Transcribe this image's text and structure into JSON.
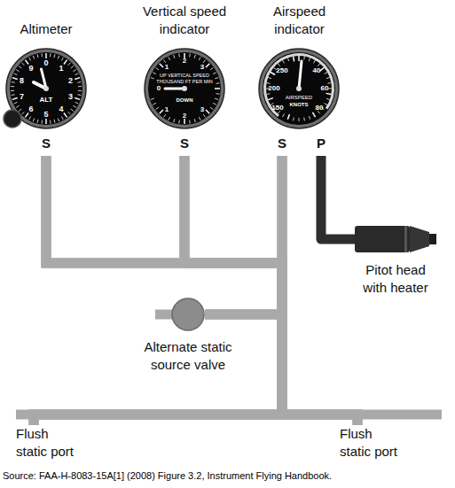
{
  "diagram": {
    "caption": "Source: FAA-H-8083-15A[1] (2008) Figure 3.2, Instrument Flying Handbook.",
    "nodes": [
      {
        "text": [
          "Altimeter",
          "S"
        ]
      },
      {
        "text": [
          "Vertical speed indicator",
          "S"
        ]
      },
      {
        "text": [
          "Airspeed indicator",
          "S",
          "P"
        ]
      },
      {
        "text": [
          "Pitot head with heater"
        ]
      },
      {
        "text": [
          "Alternate static source valve"
        ]
      },
      {
        "text": [
          "Flush static port"
        ]
      },
      {
        "text": [
          "Flush static port"
        ]
      }
    ],
    "edges": [
      {
        "from": 3,
        "to": 2,
        "arrow": "none"
      },
      {
        "from": 5,
        "to": 0,
        "arrow": "none"
      },
      {
        "from": 5,
        "to": 1,
        "arrow": "none"
      },
      {
        "from": 5,
        "to": 2,
        "arrow": "none"
      },
      {
        "from": 6,
        "to": 0,
        "arrow": "none"
      },
      {
        "from": 6,
        "to": 1,
        "arrow": "none"
      },
      {
        "from": 6,
        "to": 2,
        "arrow": "none"
      },
      {
        "from": 4,
        "to": 0,
        "arrow": "none"
      },
      {
        "from": 4,
        "to": 1,
        "arrow": "none"
      },
      {
        "from": 4,
        "to": 2,
        "arrow": "none"
      }
    ],
    "labels": [
      "ALT",
      "0",
      "1",
      "2",
      "3",
      "4",
      "5",
      "6",
      "7",
      "8",
      "9",
      "UP VERTICAL SPEED",
      "THOUSAND FT PER MIN",
      "DOWN",
      "0",
      "1",
      "2",
      "3",
      "1",
      "2",
      "3",
      "AIRSPEED",
      "KNOTS",
      "250",
      "200",
      "150",
      "40",
      "60",
      "80"
    ]
  }
}
